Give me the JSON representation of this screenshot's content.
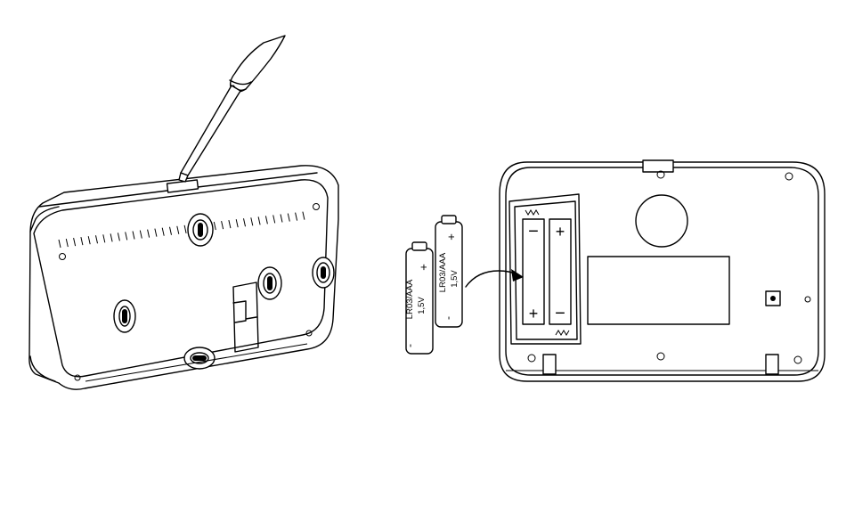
{
  "battery_1": {
    "plus": "+",
    "minus": "-",
    "type": "LR03/AAA",
    "voltage": "1,5V"
  },
  "battery_2": {
    "plus": "+",
    "minus": "-",
    "type": "LR03/AAA",
    "voltage": "1,5V"
  },
  "compartment": {
    "left_top_sign": "−",
    "left_bottom_sign": "+",
    "right_top_sign": "+",
    "right_bottom_sign": "−"
  }
}
